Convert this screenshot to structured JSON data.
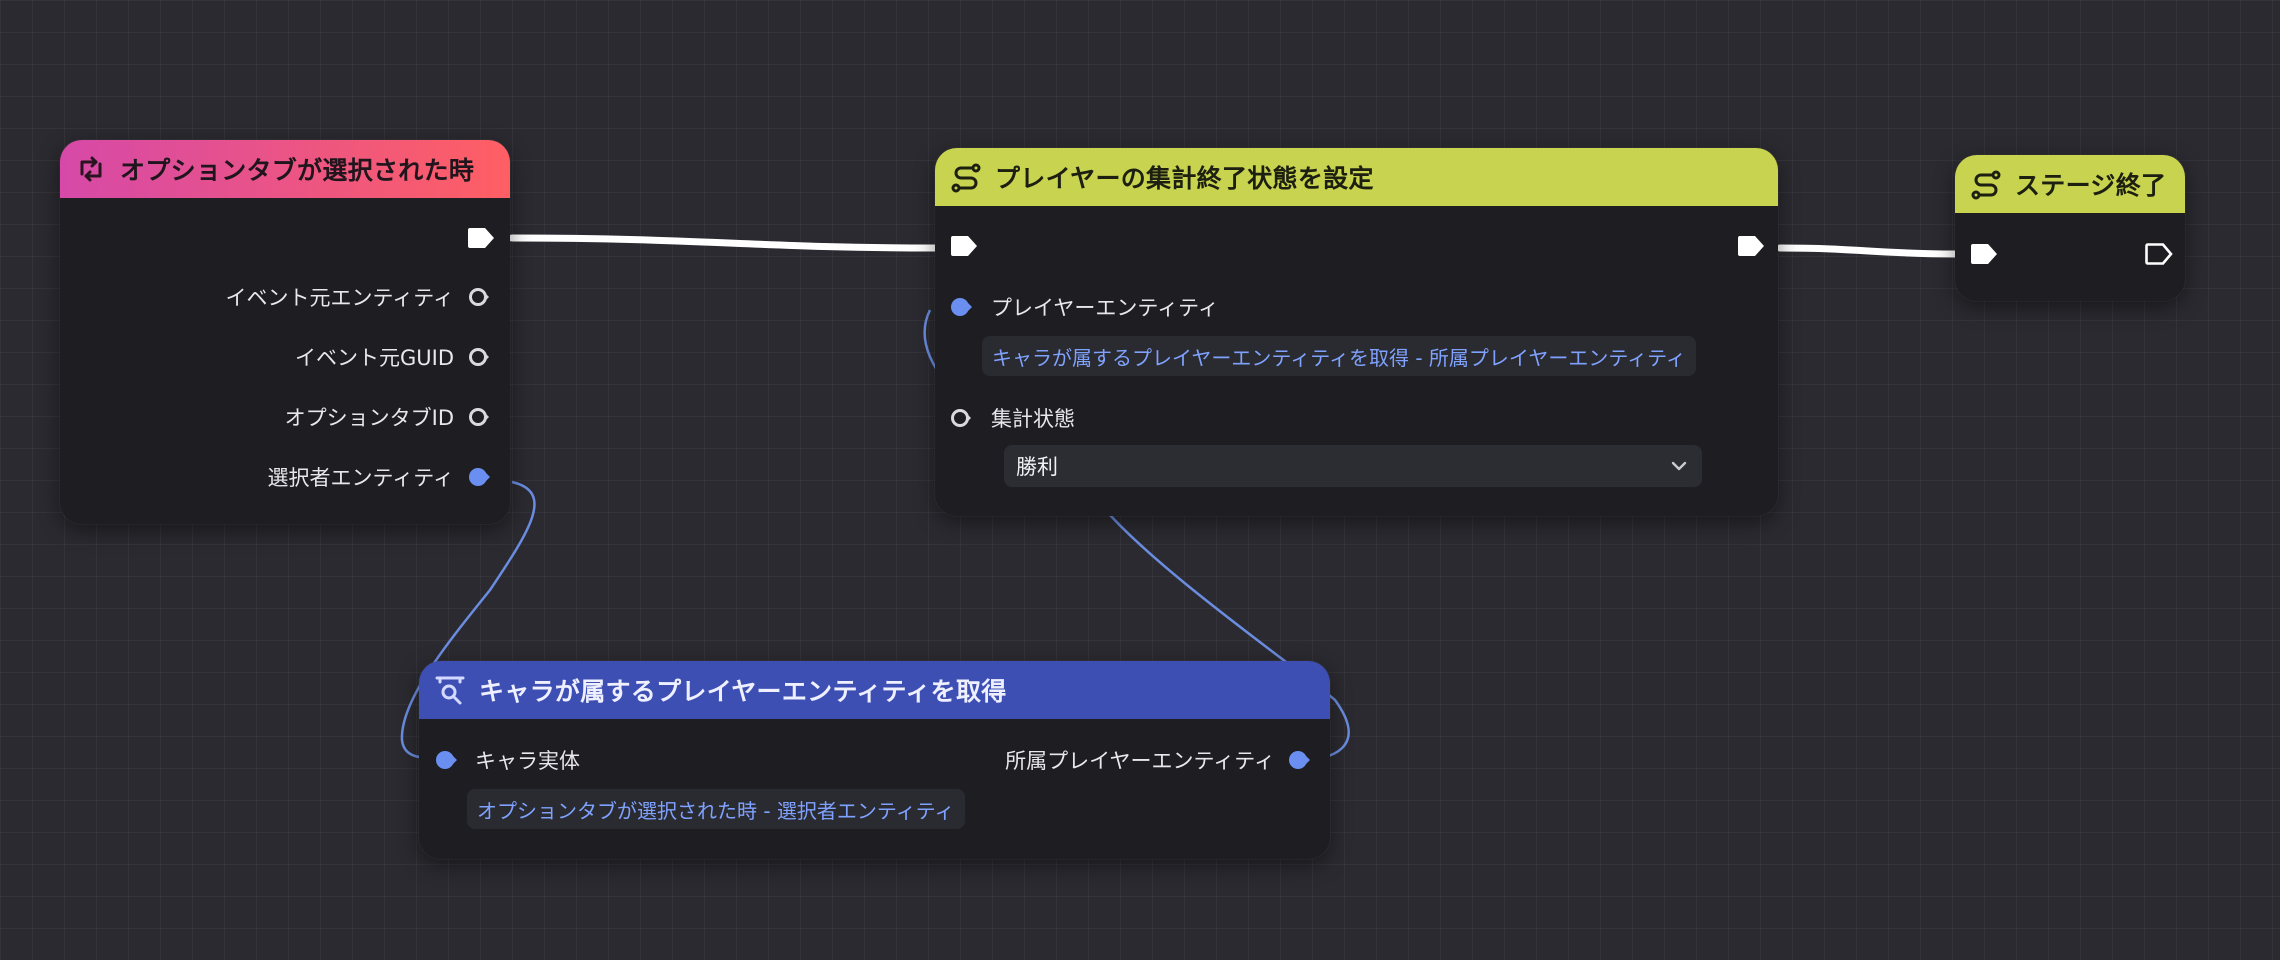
{
  "colors": {
    "background": "#2b2a30",
    "node_body": "#1e1d22",
    "exec_wire": "#ffffff",
    "data_wire": "#6b8de0",
    "data_pin": "#6a8ff0",
    "field_text": "#7fa2ff"
  },
  "nodes": {
    "event": {
      "title": "オプションタブが選択された時",
      "icon": "event-loop-icon",
      "outputs": {
        "source_entity": "イベント元エンティティ",
        "source_guid": "イベント元GUID",
        "option_tab_id": "オプションタブID",
        "selector_entity": "選択者エンティティ"
      }
    },
    "set_state": {
      "title": "プレイヤーの集計終了状態を設定",
      "icon": "flow-action-icon",
      "inputs": {
        "player_entity_label": "プレイヤーエンティティ",
        "player_entity_value": "キャラが属するプレイヤーエンティティを取得 - 所属プレイヤーエンティティ",
        "state_label": "集計状態",
        "state_value": "勝利"
      }
    },
    "end_stage": {
      "title": "ステージ終了",
      "icon": "flow-action-icon"
    },
    "get_player": {
      "title": "キャラが属するプレイヤーエンティティを取得",
      "icon": "query-node-icon",
      "inputs": {
        "character_label": "キャラ実体",
        "character_value": "オプションタブが選択された時 - 選択者エンティティ"
      },
      "outputs": {
        "player_entity": "所属プレイヤーエンティティ"
      }
    }
  }
}
